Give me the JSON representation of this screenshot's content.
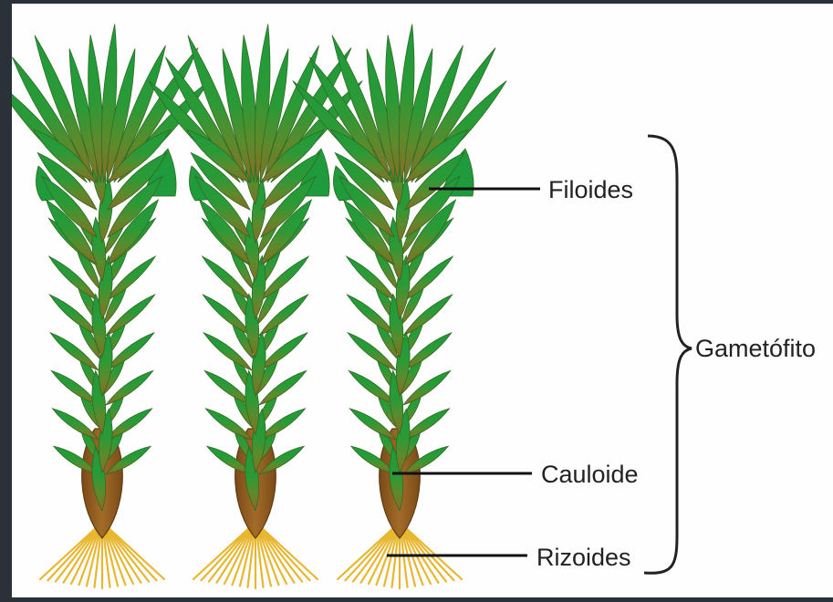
{
  "colors": {
    "frame": "#2b3138",
    "background": "#fefefe",
    "leaf_top": "#1f9a3c",
    "leaf_bottom": "#8a6a24",
    "stem": "#8a5a1e",
    "rhizoid": "#e8b730",
    "label_line": "#111111",
    "label_text": "#222222"
  },
  "plant_count": 3,
  "labels": {
    "filoides": "Filoides",
    "cauloide": "Cauloide",
    "rizoides": "Rizoides",
    "gametofito": "Gametófito"
  }
}
